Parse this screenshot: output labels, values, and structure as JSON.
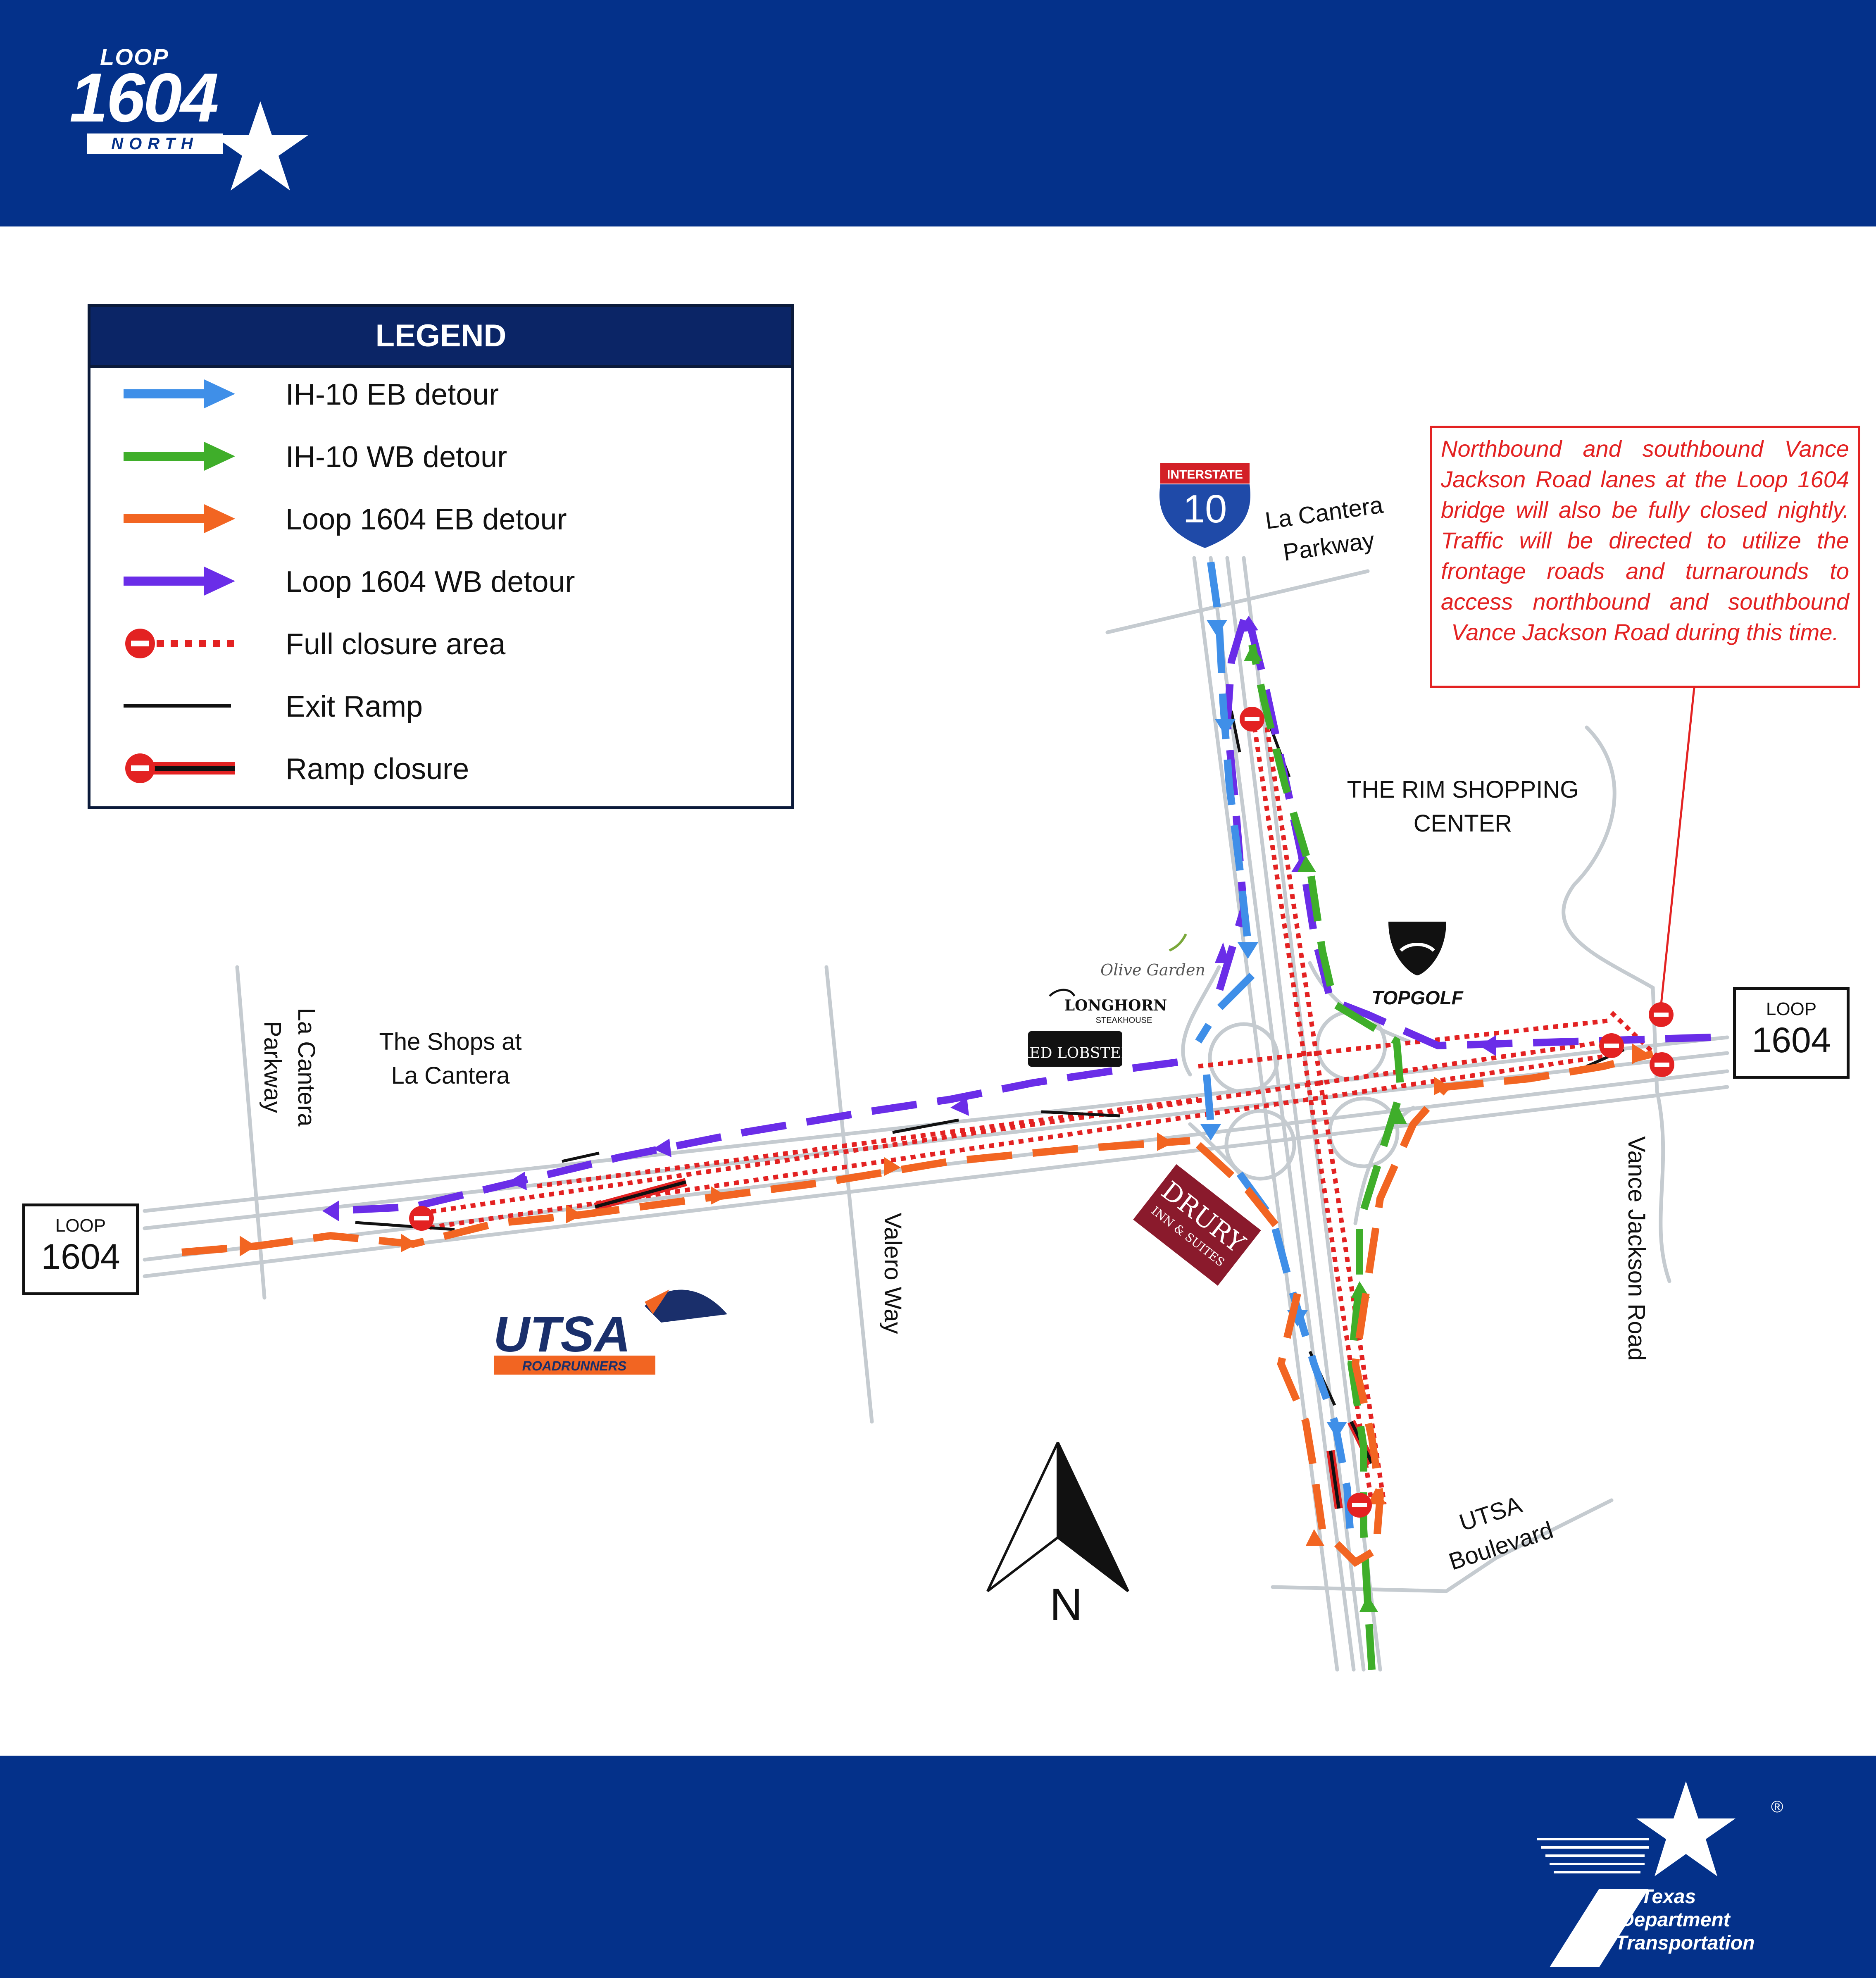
{
  "header": {
    "logo_loop": "LOOP",
    "logo_number": "1604",
    "logo_north": "NORTH"
  },
  "legend": {
    "title": "LEGEND",
    "items": [
      {
        "label": "IH-10 EB detour",
        "symbol": "arrow",
        "color": "#3f8fe8"
      },
      {
        "label": "IH-10 WB detour",
        "symbol": "arrow",
        "color": "#3fae2a"
      },
      {
        "label": "Loop 1604 EB detour",
        "symbol": "arrow",
        "color": "#f26522"
      },
      {
        "label": "Loop 1604 WB detour",
        "symbol": "arrow",
        "color": "#6a2de8"
      },
      {
        "label": "Full closure area",
        "symbol": "closure-dotted",
        "color": "#e32222"
      },
      {
        "label": "Exit Ramp",
        "symbol": "line",
        "color": "#111111"
      },
      {
        "label": "Ramp closure",
        "symbol": "ramp-closure",
        "color": "#e32222"
      }
    ]
  },
  "note": "Northbound and southbound Vance Jackson Road lanes at the Loop 1604 bridge will also be fully closed nightly. Traffic will be directed to utilize the frontage roads and turnarounds to access northbound and southbound Vance Jackson Road during this time.",
  "places": {
    "la_cantera_parkway_top": "La Cantera Parkway",
    "rim_shopping_center": "THE RIM SHOPPING CENTER",
    "shops_at_la_cantera": "The Shops at La Cantera",
    "la_cantera_parkway_left": "La Cantera Parkway",
    "valero_way": "Valero Way",
    "vance_jackson_road": "Vance Jackson Road",
    "utsa_boulevard": "UTSA Boulevard"
  },
  "shields": {
    "interstate_label": "INTERSTATE",
    "interstate_number": "10",
    "loop_west_label": "LOOP",
    "loop_west_number": "1604",
    "loop_east_label": "LOOP",
    "loop_east_number": "1604"
  },
  "businesses": {
    "olive_garden": "Olive Garden",
    "longhorn": "LONGHORN",
    "longhorn_sub": "STEAKHOUSE",
    "red_lobster": "RED LOBSTER",
    "topgolf": "TOPGOLF",
    "drury": "DRURY",
    "drury_sub": "INN & SUITES",
    "utsa": "UTSA",
    "utsa_sub": "ROADRUNNERS"
  },
  "north_arrow": "N",
  "footer": {
    "txdot_line1": "Texas",
    "txdot_line2": "Department",
    "txdot_line3": "of Transportation",
    "registered": "®"
  },
  "colors": {
    "band": "#04318a",
    "road": "#c5cbd0",
    "ih10_eb": "#3f8fe8",
    "ih10_wb": "#3fae2a",
    "loop_eb": "#f26522",
    "loop_wb": "#6a2de8",
    "closure": "#e32222"
  }
}
